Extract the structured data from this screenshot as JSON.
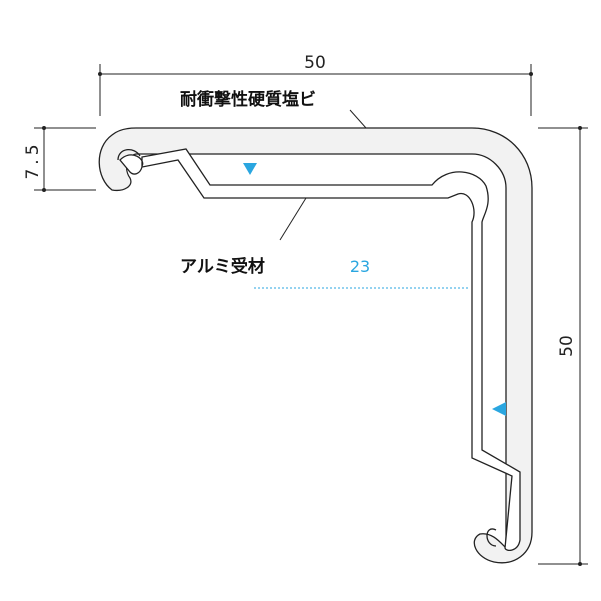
{
  "dimensions": {
    "top_width": "50",
    "right_height": "50",
    "lip_height": "7.5",
    "inner_offset": "23"
  },
  "labels": {
    "cover_material": "耐衝撃性硬質塩ビ",
    "base_material": "アルミ受材"
  },
  "colors": {
    "outline": "#222222",
    "cover_fill": "#f2f2f2",
    "accent": "#2aa6e0"
  },
  "icons": [
    "triangle-down-marker-icon",
    "triangle-left-marker-icon"
  ]
}
